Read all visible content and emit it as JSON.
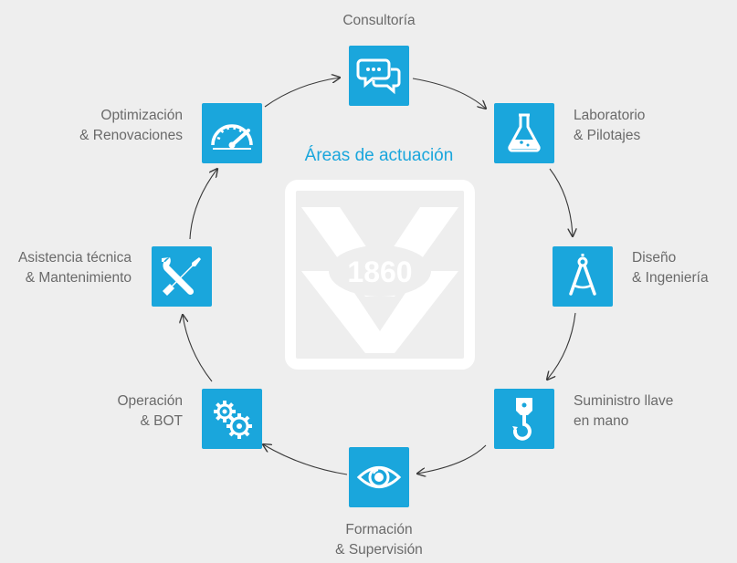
{
  "title": "Áreas de actuación",
  "logo": {
    "year": "1860"
  },
  "colors": {
    "accent": "#1aa6dc",
    "text": "#6a6a6a",
    "background": "#eeeeee",
    "arrow": "#3a3a3a",
    "logo": "#ffffff"
  },
  "nodes": [
    {
      "id": "consultoria",
      "icon": "chat-bubbles-icon",
      "lines": [
        "Consultoría"
      ]
    },
    {
      "id": "laboratorio",
      "icon": "flask-icon",
      "lines": [
        "Laboratorio",
        "& Pilotajes"
      ]
    },
    {
      "id": "diseno",
      "icon": "compass-icon",
      "lines": [
        "Diseño",
        "& Ingeniería"
      ]
    },
    {
      "id": "suministro",
      "icon": "crane-hook-icon",
      "lines": [
        "Suministro llave",
        "en mano"
      ]
    },
    {
      "id": "formacion",
      "icon": "eye-icon",
      "lines": [
        "Formación",
        "& Supervisión"
      ]
    },
    {
      "id": "operacion",
      "icon": "gears-icon",
      "lines": [
        "Operación",
        "& BOT"
      ]
    },
    {
      "id": "asistencia",
      "icon": "tools-icon",
      "lines": [
        "Asistencia técnica",
        "& Mantenimiento"
      ]
    },
    {
      "id": "optimizacion",
      "icon": "speedometer-icon",
      "lines": [
        "Optimización",
        "& Renovaciones"
      ]
    }
  ]
}
